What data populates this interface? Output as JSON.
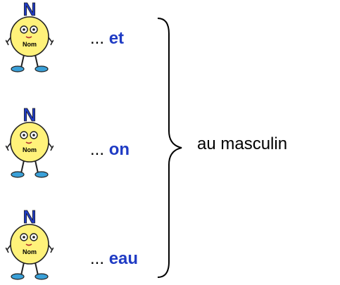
{
  "mascot": {
    "badge_letter": "N",
    "body_label": "Nom",
    "colors": {
      "body": "#fff27a",
      "letter": "#1f3bc4",
      "shoes": "#3aa0d8"
    },
    "icon": "noun-mascot-icon"
  },
  "endings": [
    {
      "ellipsis": "...",
      "suffix": "et"
    },
    {
      "ellipsis": "...",
      "suffix": "on"
    },
    {
      "ellipsis": "...",
      "suffix": "eau"
    }
  ],
  "result_label": "au masculin",
  "colors": {
    "ending_text": "#1f3bc4",
    "text": "#000000"
  }
}
